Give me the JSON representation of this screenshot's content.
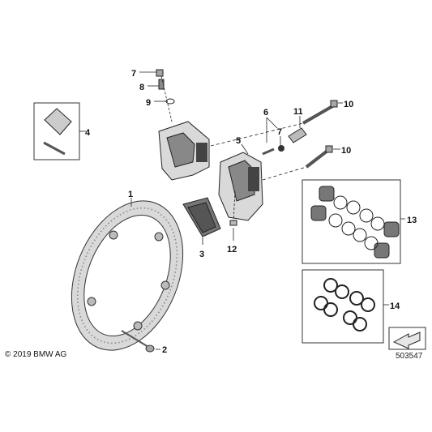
{
  "diagram": {
    "callouts": {
      "c1": "1",
      "c2": "2",
      "c3": "3",
      "c4": "4",
      "c5": "5",
      "c6": "6",
      "c7a": "7",
      "c7b": "7",
      "c8": "8",
      "c9": "9",
      "c10a": "10",
      "c10b": "10",
      "c11": "11",
      "c12": "12",
      "c13": "13",
      "c14": "14"
    },
    "copyright": "© 2019 BMW AG",
    "image_number": "503547",
    "colors": {
      "part_light": "#d9d9d9",
      "part_mid": "#a6a6a6",
      "part_dark": "#555555",
      "line": "#222222"
    }
  }
}
